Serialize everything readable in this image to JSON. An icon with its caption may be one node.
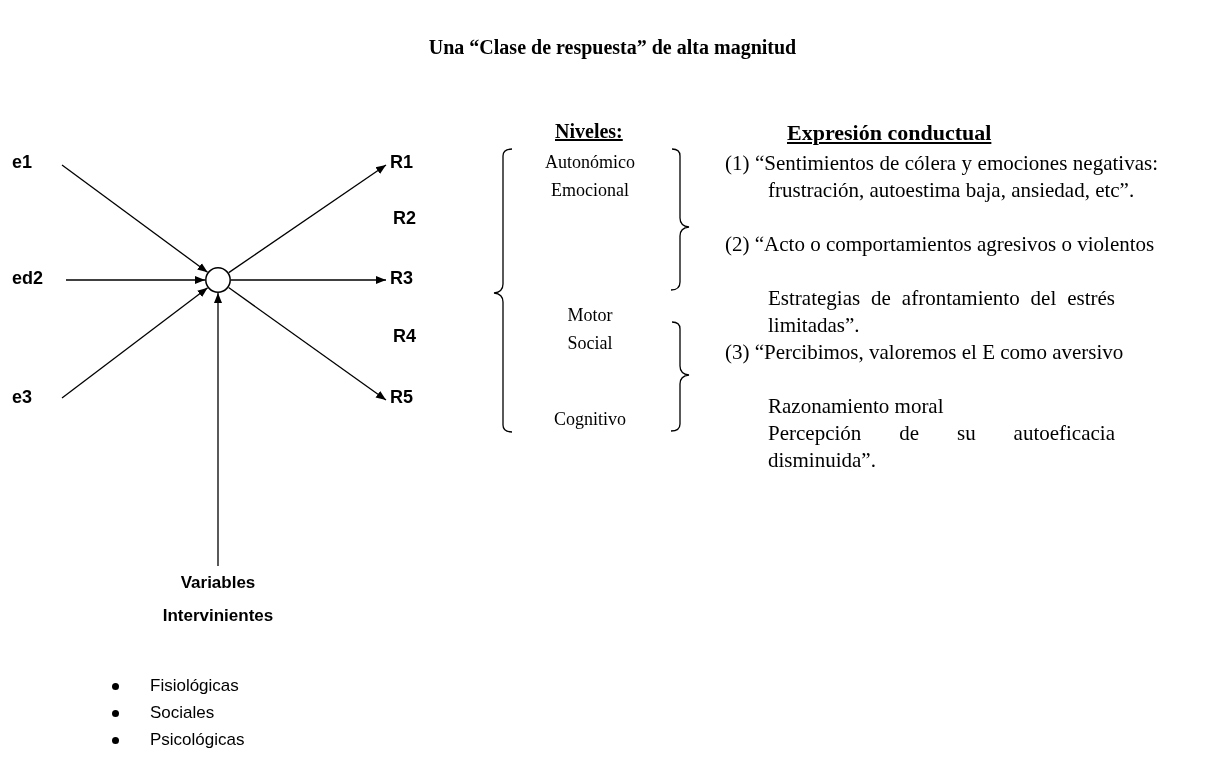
{
  "diagram": {
    "title": "Una “Clase de respuesta” de alta magnitud",
    "nodes": [
      {
        "text": [
          "e1"
        ]
      },
      {
        "text": [
          "ed2"
        ]
      },
      {
        "text": [
          "e3"
        ]
      },
      {
        "text": [],
        "shape": "circle"
      },
      {
        "text": [
          "Variables Intervinientes"
        ]
      },
      {
        "text": [
          "R1"
        ]
      },
      {
        "text": [
          "R3"
        ]
      },
      {
        "text": [
          "R5"
        ]
      }
    ],
    "edges": [
      {
        "from": 0,
        "to": 3,
        "arrow": "to"
      },
      {
        "from": 1,
        "to": 3,
        "arrow": "to"
      },
      {
        "from": 2,
        "to": 3,
        "arrow": "to"
      },
      {
        "from": 4,
        "to": 3,
        "arrow": "to"
      },
      {
        "from": 3,
        "to": 5,
        "arrow": "to"
      },
      {
        "from": 3,
        "to": 6,
        "arrow": "to"
      },
      {
        "from": 3,
        "to": 7,
        "arrow": "to"
      }
    ],
    "labels": [
      "R2",
      "R4",
      "Fisiológicas",
      "Sociales",
      "Psicológicas",
      "Niveles:",
      "Autonómico",
      "Emocional",
      "Motor",
      "Social",
      "Cognitivo",
      "Expresión conductual",
      "(1) “Sentimientos de cólera y emociones negativas: frustración, autoestima baja, ansiedad, etc”.",
      "(2) “Acto o comportamientos agresivos o violentos",
      "Estrategias de afrontamiento del estrés limitadas”.",
      "(3) “Percibimos, valoremos el E como aversivo",
      "Razonamiento moral",
      "Percepción de su autoeficacia disminuida”."
    ]
  }
}
